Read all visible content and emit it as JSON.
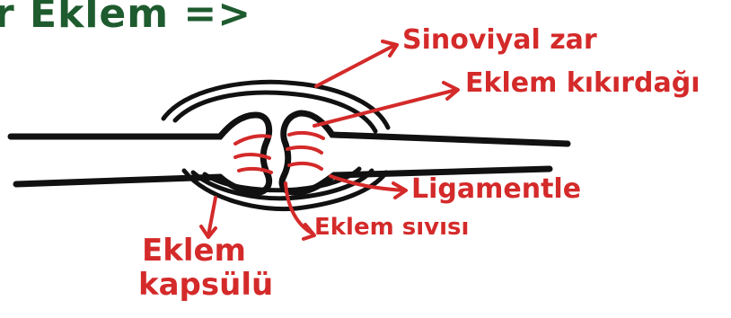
{
  "title": "r Eklem =>",
  "colors": {
    "title": "#1e5b2e",
    "labels": "#d42a2a",
    "bone": "#111111",
    "background": "#ffffff"
  },
  "labels": {
    "synovial_membrane": "Sinoviyal zar",
    "articular_cartilage": "Eklem kıkırdağı",
    "ligaments": "Ligamentle",
    "joint_fluid": "Eklem sıvısı",
    "joint_capsule_line1": "Eklem",
    "joint_capsule_line2": "kapsülü"
  }
}
